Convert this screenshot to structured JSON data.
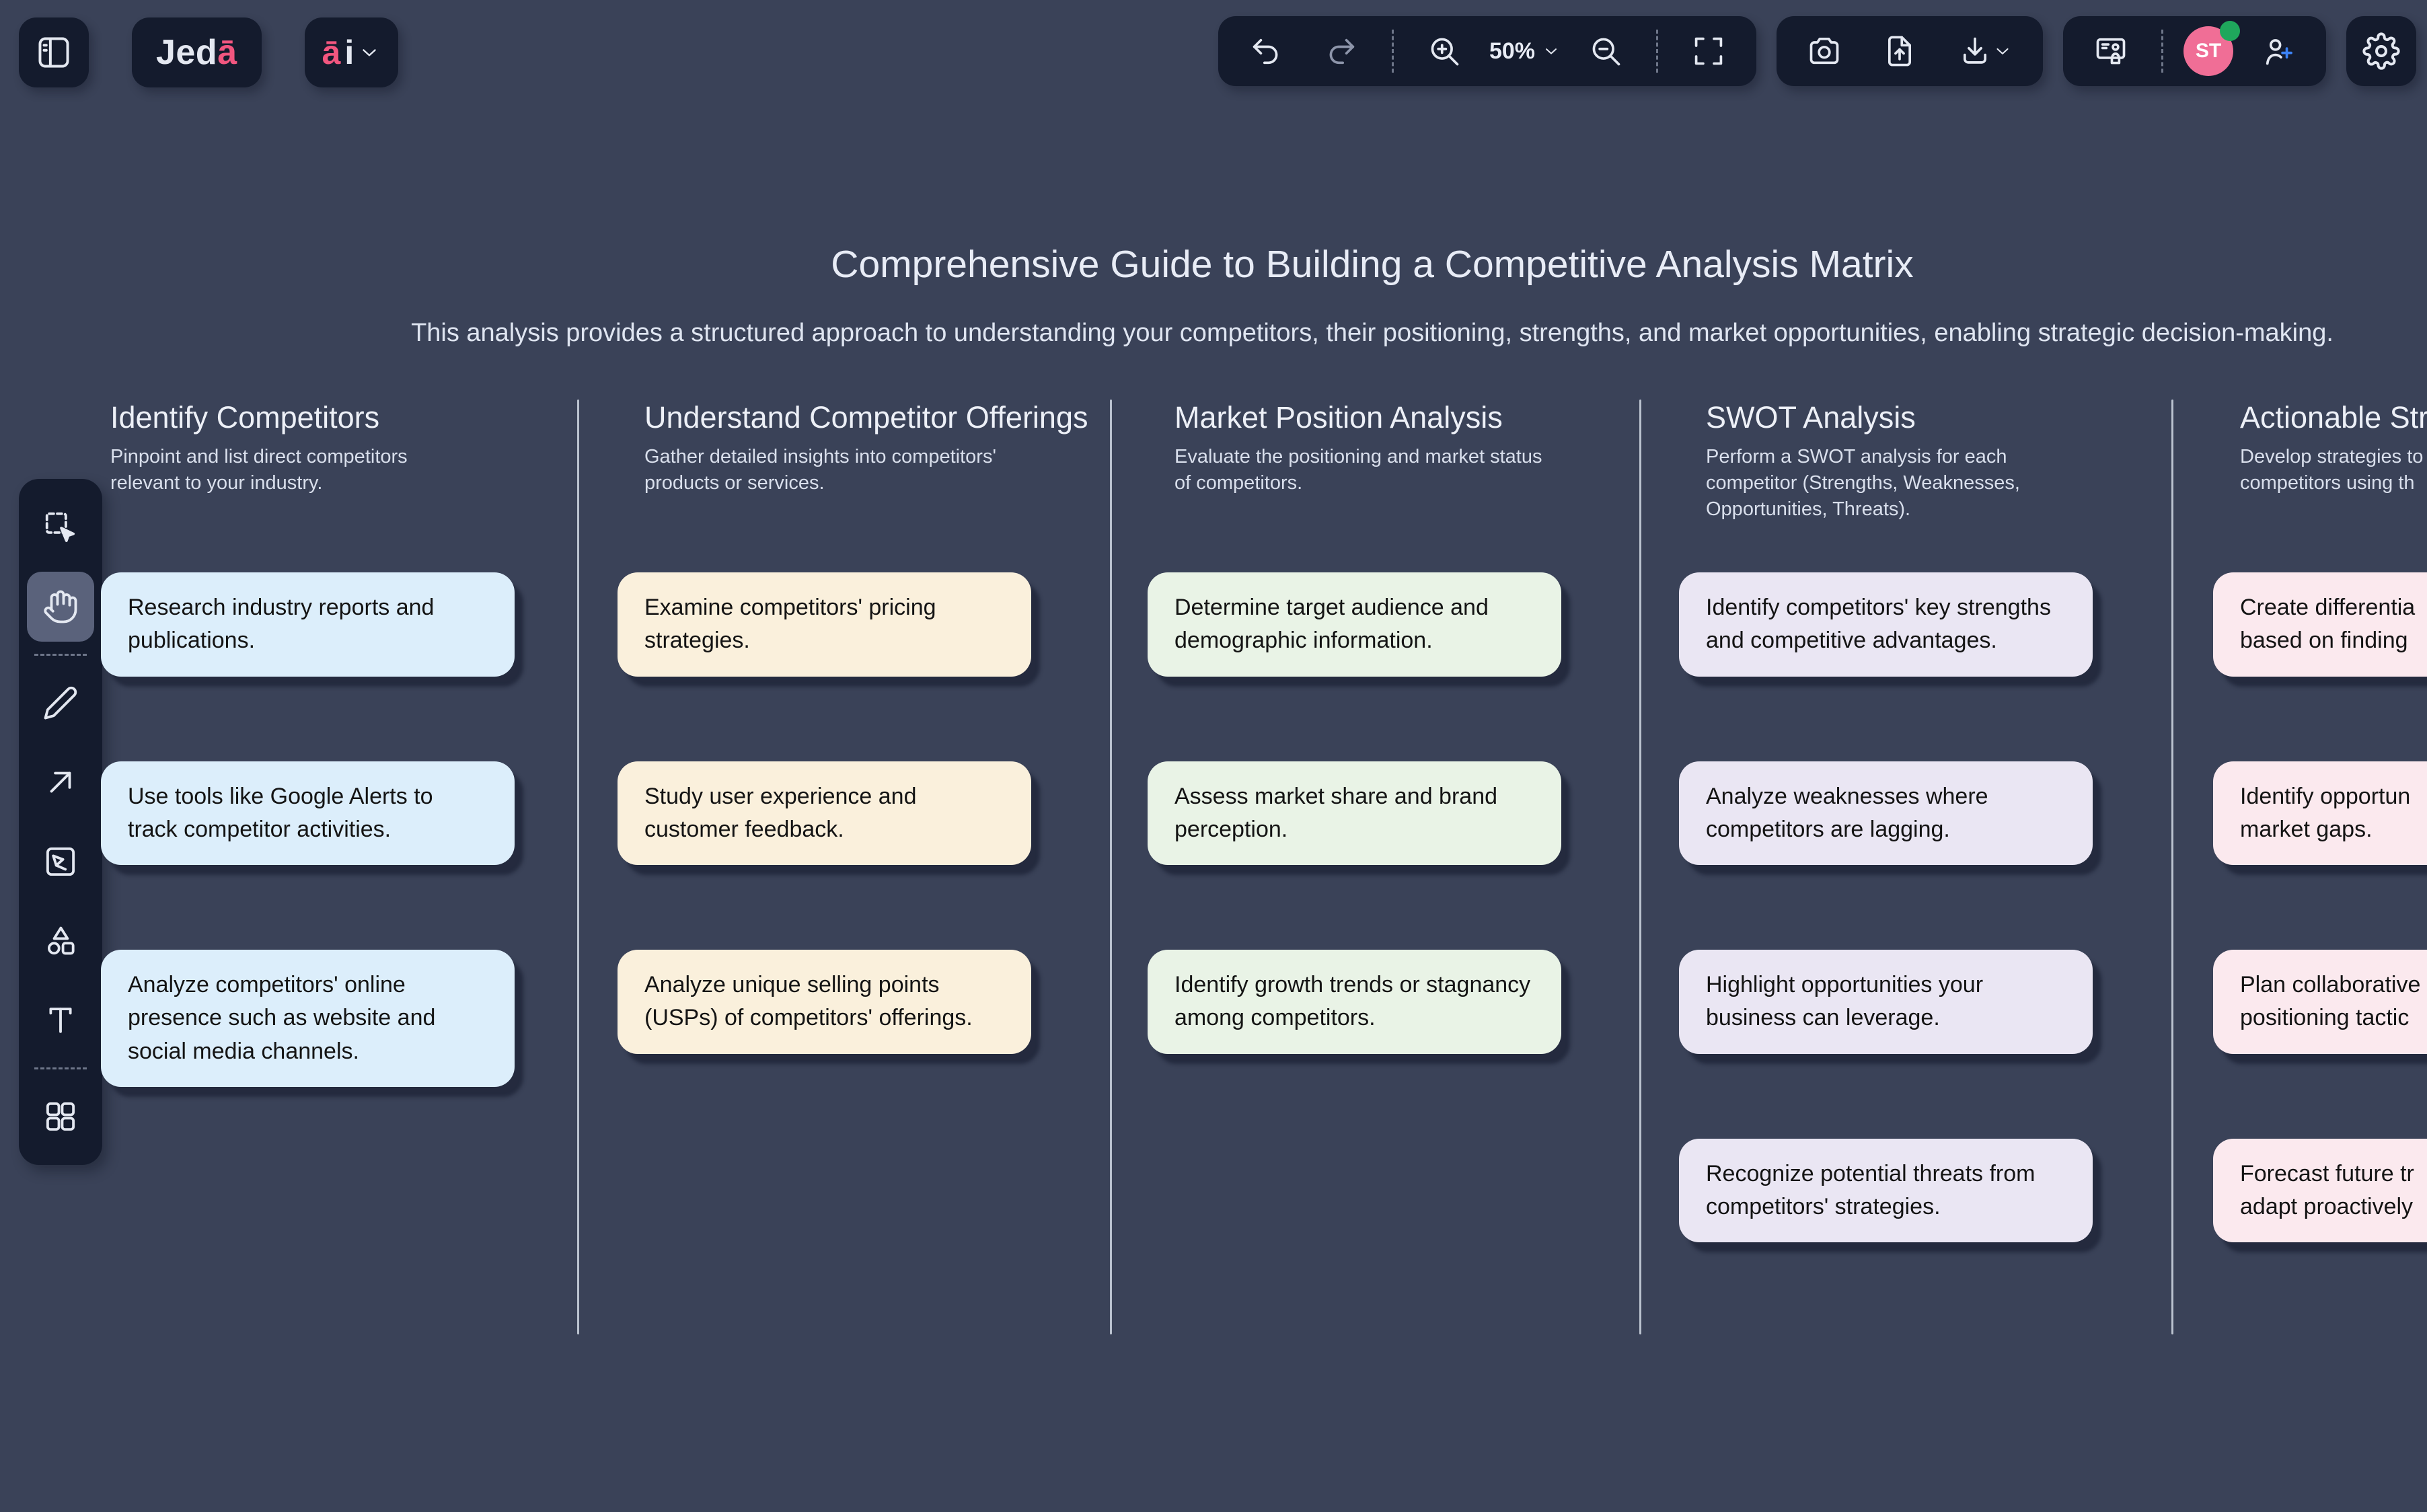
{
  "topbar": {
    "logo": {
      "text": "Jed",
      "accent": "ā"
    },
    "ai_menu": {
      "accent": "ā",
      "text": "i"
    },
    "zoom_value": "50%",
    "avatar": {
      "initials": "ST",
      "status": "online"
    }
  },
  "left_toolbar": {
    "active_tool": "hand",
    "tools": [
      "select",
      "hand",
      "pen",
      "arrow",
      "image",
      "shapes",
      "text",
      "templates"
    ]
  },
  "canvas": {
    "title": "Comprehensive Guide to Building a Competitive Analysis Matrix",
    "subtitle": "This analysis provides a structured approach to understanding your competitors, their positioning, strengths, and market opportunities, enabling strategic decision-making.",
    "columns": [
      {
        "header": "Identify Competitors",
        "description": "Pinpoint and list direct competitors relevant to your industry.",
        "card_color": "#DCEEFB",
        "cards": [
          "Research industry reports and publications.",
          "Use tools like Google Alerts to track competitor activities.",
          "Analyze competitors' online presence such as website and social media channels."
        ]
      },
      {
        "header": "Understand Competitor Offerings",
        "description": "Gather detailed insights into competitors' products or services.",
        "card_color": "#FAF0DC",
        "cards": [
          "Examine competitors' pricing strategies.",
          "Study user experience and customer feedback.",
          "Analyze unique selling points (USPs) of competitors' offerings."
        ]
      },
      {
        "header": "Market Position Analysis",
        "description": "Evaluate the positioning and market status of competitors.",
        "card_color": "#E9F3E6",
        "cards": [
          "Determine target audience and demographic information.",
          "Assess market share and brand perception.",
          "Identify growth trends or stagnancy among competitors."
        ]
      },
      {
        "header": "SWOT Analysis",
        "description": "Perform a SWOT analysis for each competitor (Strengths, Weaknesses, Opportunities, Threats).",
        "card_color": "#EAE6F3",
        "cards": [
          "Identify competitors' key strengths and competitive advantages.",
          "Analyze weaknesses where competitors are lagging.",
          "Highlight opportunities your business can leverage.",
          "Recognize potential threats from competitors' strategies."
        ]
      },
      {
        "header": "Actionable Stra",
        "description": "Develop strategies to\ncompetitors using th",
        "card_color": "#FBE9EE",
        "cards": [
          "Create differentia\nbased on finding",
          "Identify opportun\nmarket gaps.",
          "Plan collaborative\npositioning tactic",
          "Forecast future tr\nadapt proactively"
        ]
      }
    ]
  },
  "colors": {
    "background": "#3A4258",
    "panel": "#141B2D",
    "accent_pink": "#F2567F",
    "icon": "#E4E8F1",
    "column_divider": "#C9D0DD",
    "avatar_pink": "#F06E96",
    "online_green": "#1FA75C",
    "add_user_blue": "#3C83F6"
  }
}
